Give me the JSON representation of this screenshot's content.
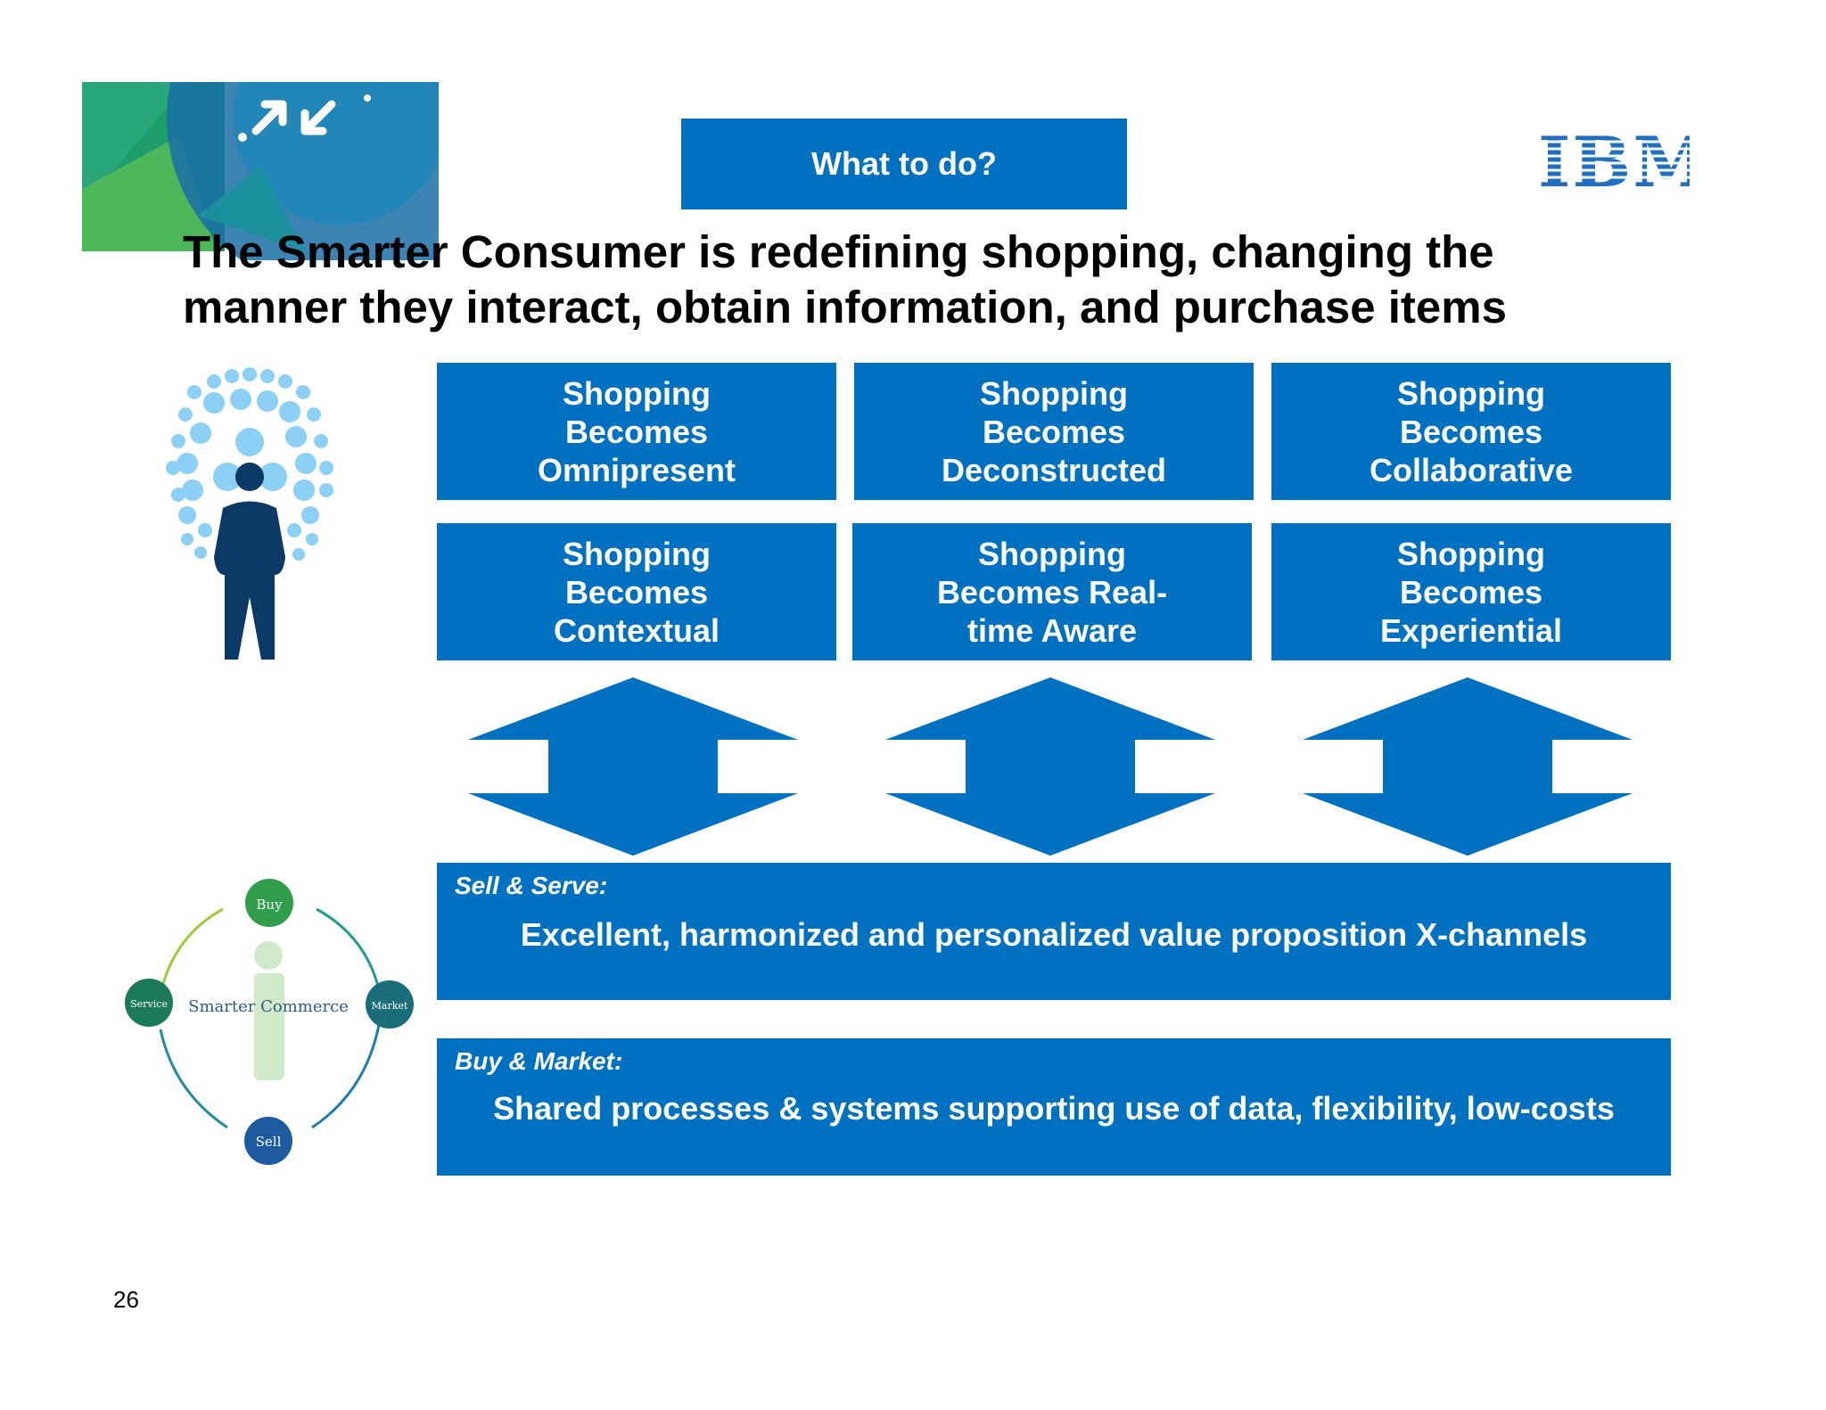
{
  "header": {
    "button_label": "What to do?",
    "logo_text": "IBM"
  },
  "title": {
    "line1": "The Smarter Consumer is redefining shopping, changing the",
    "line2": "manner they interact, obtain information, and purchase items"
  },
  "trends": [
    {
      "l1": "Shopping",
      "l2": "Becomes",
      "l3": "Omnipresent"
    },
    {
      "l1": "Shopping",
      "l2": "Becomes",
      "l3": "Deconstructed"
    },
    {
      "l1": "Shopping",
      "l2": "Becomes",
      "l3": "Collaborative"
    },
    {
      "l1": "Shopping",
      "l2": "Becomes",
      "l3": "Contextual"
    },
    {
      "l1": "Shopping",
      "l2": "Becomes Real-",
      "l3": "time Aware"
    },
    {
      "l1": "Shopping",
      "l2": "Becomes",
      "l3": "Experiential"
    }
  ],
  "bands": {
    "sell_serve": {
      "label": "Sell & Serve:",
      "text": "Excellent, harmonized and personalized value proposition X-channels"
    },
    "buy_market": {
      "label": "Buy & Market:",
      "text": "Shared processes & systems supporting use of data, flexibility, low-costs"
    }
  },
  "cycle": {
    "center_label": "Smarter Commerce",
    "nodes": {
      "top": "Buy",
      "right": "Market",
      "bottom": "Sell",
      "left": "Service"
    }
  },
  "page_number": "26",
  "colors": {
    "primary_blue": "#0070c0",
    "dark_navy": "#0b3a66",
    "light_blue_dots": "#8dd0f5",
    "green": "#1f9d6b"
  }
}
